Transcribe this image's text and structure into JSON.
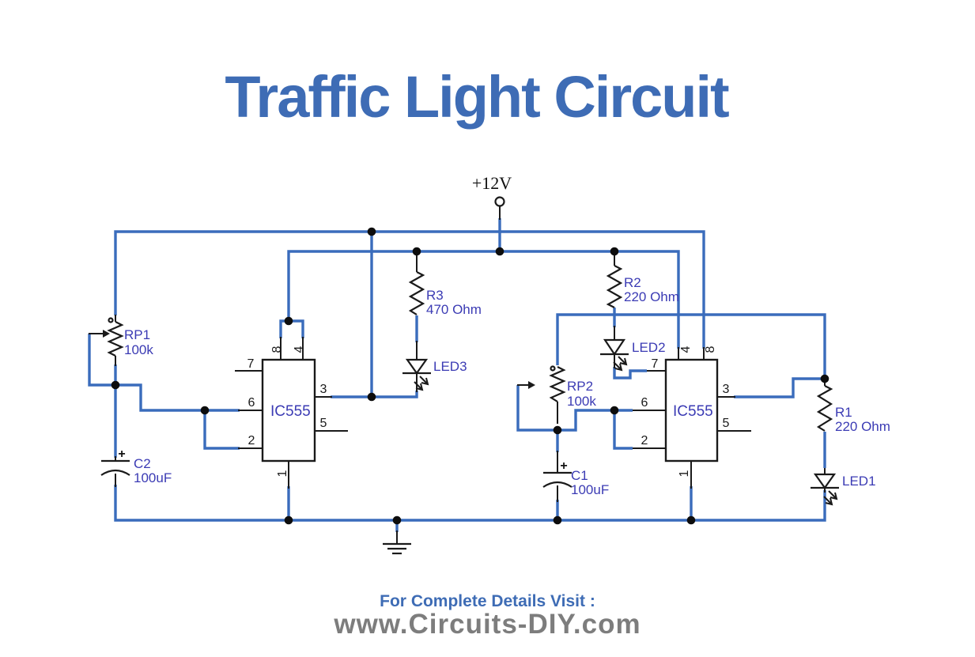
{
  "title": "Traffic Light Circuit",
  "power_label": "+12V",
  "footer": {
    "visit": "For Complete Details Visit :",
    "site": "www.Circuits-DIY.com"
  },
  "ic_pins": {
    "p1": "1",
    "p2": "2",
    "p3": "3",
    "p4": "4",
    "p5": "5",
    "p6": "6",
    "p7": "7",
    "p8": "8"
  },
  "components": {
    "ic1": {
      "ref": "IC555"
    },
    "ic2": {
      "ref": "IC555"
    },
    "rp1": {
      "ref": "RP1",
      "value": "100k"
    },
    "rp2": {
      "ref": "RP2",
      "value": "100k"
    },
    "r1": {
      "ref": "R1",
      "value": "220 Ohm"
    },
    "r2": {
      "ref": "R2",
      "value": "220 Ohm"
    },
    "r3": {
      "ref": "R3",
      "value": "470 Ohm"
    },
    "c1": {
      "ref": "C1",
      "value": "100uF",
      "polarity": "+"
    },
    "c2": {
      "ref": "C2",
      "value": "100uF",
      "polarity": "+"
    },
    "led1": {
      "ref": "LED1"
    },
    "led2": {
      "ref": "LED2"
    },
    "led3": {
      "ref": "LED3"
    }
  },
  "colors": {
    "wire": "#3a6cbc",
    "component_label": "#3b3bb4",
    "title_blue": "#3e6cb5",
    "site_gray": "#7d7d7d"
  }
}
